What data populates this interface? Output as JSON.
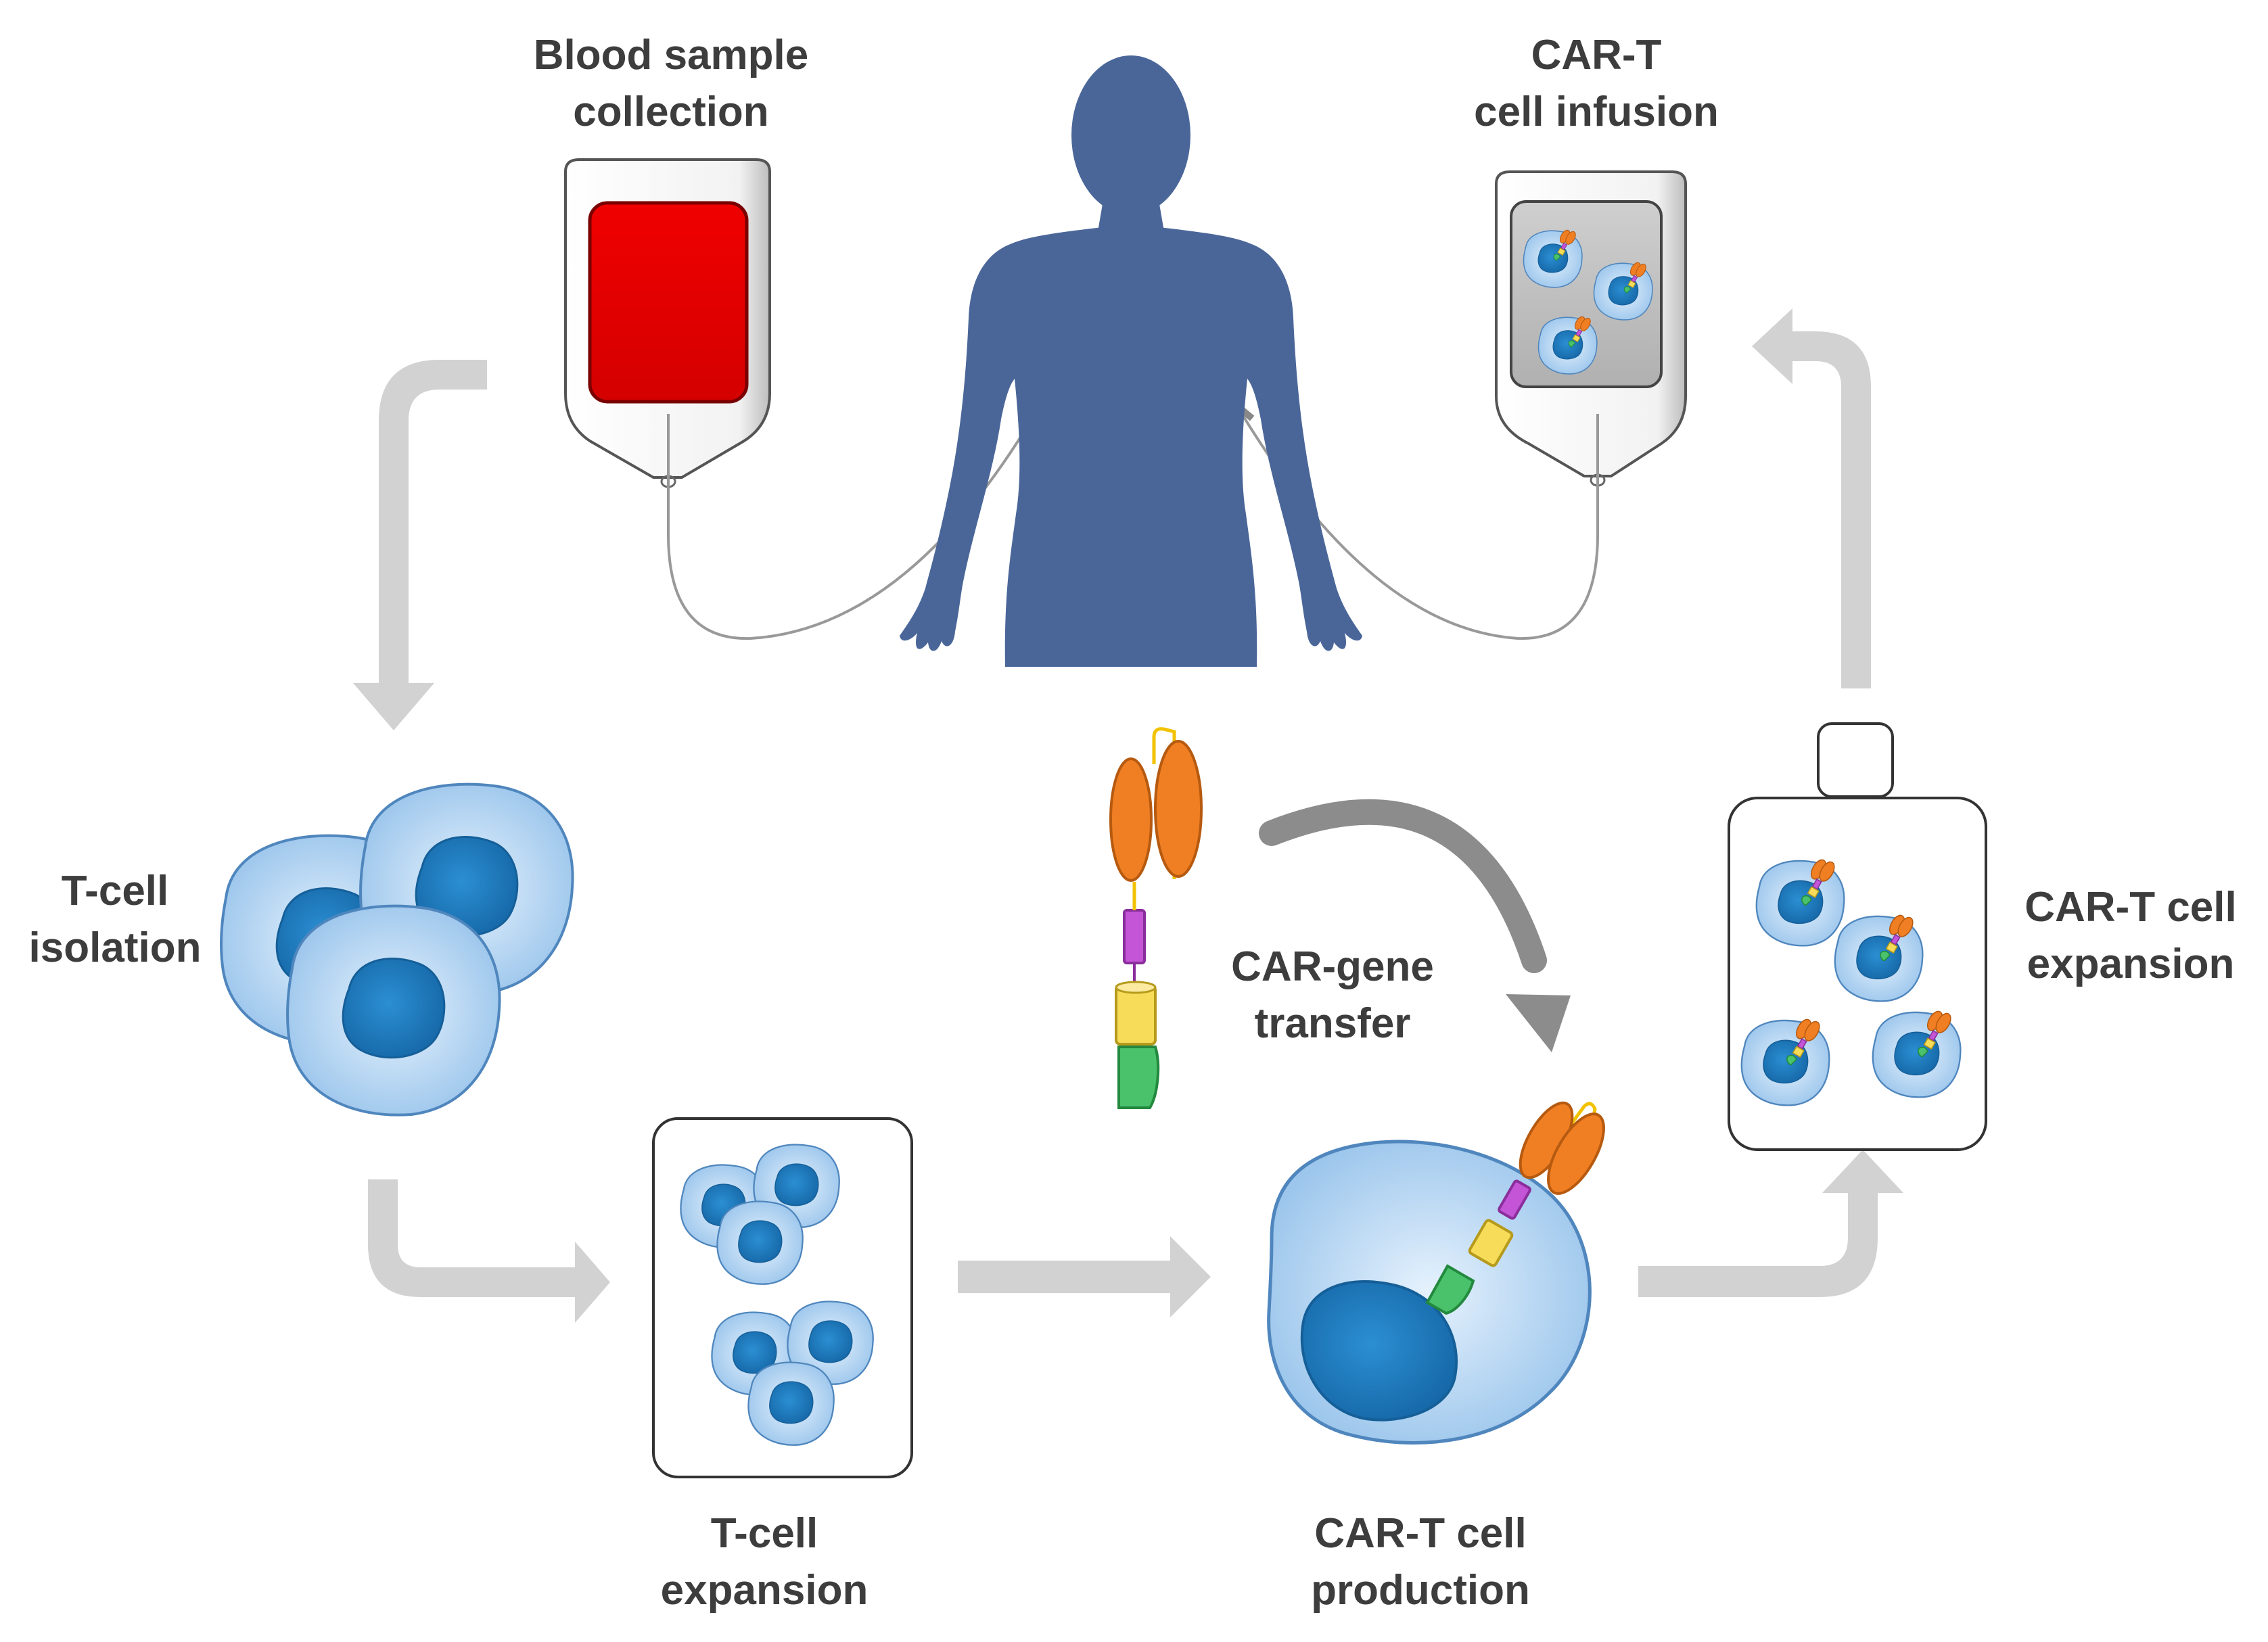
{
  "labels": {
    "blood_sample": [
      "Blood sample",
      "collection"
    ],
    "car_t_infusion": [
      "CAR-T",
      "cell infusion"
    ],
    "t_cell_isolation": [
      "T-cell",
      "isolation"
    ],
    "car_gene_transfer": [
      "CAR-gene",
      "transfer"
    ],
    "car_t_expansion": [
      "CAR-T cell",
      "expansion"
    ],
    "t_cell_expansion": [
      "T-cell",
      "expansion"
    ],
    "car_t_production": [
      "CAR-T cell",
      "production"
    ]
  },
  "colors": {
    "human": "#4a6699",
    "blood": "#e60000",
    "arrow": "#d2d2d2",
    "curved_arrow": "#8c8c8c",
    "cell": "#a9cdef",
    "nucleus": "#1f7fc2",
    "car_orange": "#f07f23",
    "car_purple": "#c455d6",
    "car_yellow": "#f7dc5a",
    "car_green": "#49c26b",
    "label": "#3d3d3d"
  }
}
